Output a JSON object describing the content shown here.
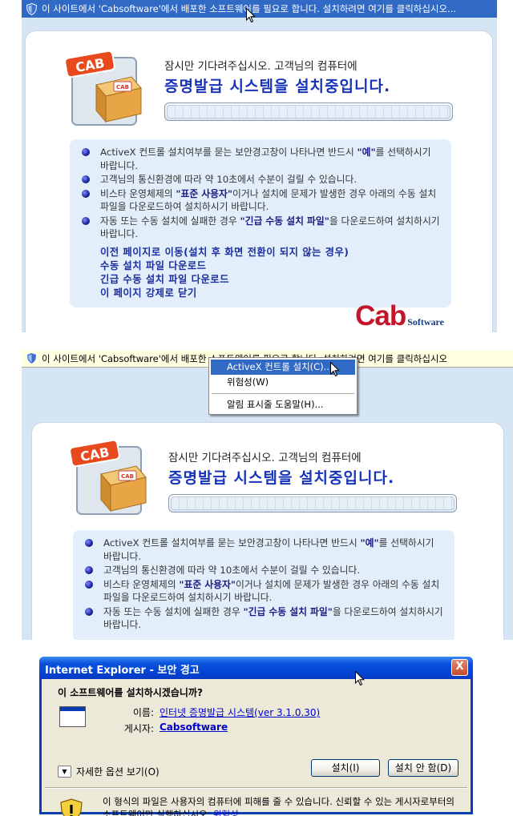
{
  "infobar_text_1": "이 사이트에서 'Cabsoftware'에서 배포한 소프트웨어를 필요로 합니다. 설치하려면 여기를 클릭하십시오...",
  "infobar_text_2": "이 사이트에서 'Cabsoftware'에서 배포한 소프트웨어를 필요로 합니다. 설치하려면 여기를 클릭하십시오",
  "installer": {
    "logo_text": "CAB",
    "logo_box_text": "CAB",
    "wait_text": "잠시만 기다려주십시오. 고객님의 컴퓨터에",
    "title": "증명발급 시스템을 설치중입니다.",
    "notices": [
      {
        "pre": "ActiveX 컨트롤 설치여부를 묻는 보안경고창이 나타나면 반드시 ",
        "bold": "\"예\"",
        "post": "를 선택하시기 바랍니다."
      },
      {
        "pre": "고객님의 통신환경에 따라 약 10초에서 수분이 걸릴 수 있습니다.",
        "bold": "",
        "post": ""
      },
      {
        "pre": "비스타 운영체제의 ",
        "bold": "\"표준 사용자\"",
        "post": "이거나 설치에 문제가 발생한 경우 아래의 수동 설치파일을 다운로드하여 설치하시기 바랍니다."
      },
      {
        "pre": "자동 또는 수동 설치에 실패한 경우 ",
        "bold": "\"긴급 수동 설치 파일\"",
        "post": "을 다운로드하여 설치하시기 바랍니다."
      }
    ],
    "links": [
      "이전 페이지로 이동(설치 후 화면 전환이 되지 않는 경우)",
      "수동 설치 파일 다운로드",
      "긴급 수동 설치 파일 다운로드",
      "이 페이지 강제로 닫기"
    ],
    "brand_big": "Cab",
    "brand_small": "Software"
  },
  "context_menu": {
    "items": [
      "ActiveX 컨트롤 설치(C)...",
      "위험성(W)",
      "알림 표시줄 도움말(H)..."
    ]
  },
  "dialog": {
    "title": "Internet Explorer - 보안 경고",
    "close": "X",
    "question": "이 소프트웨어를 설치하시겠습니까?",
    "name_label": "이름:",
    "name_value": "인터넷 증명발급 시스템(ver 3.1.0.30)",
    "publisher_label": "게시자:",
    "publisher_value": "Cabsoftware",
    "more_options": "자세한 옵션 보기(O)",
    "install": "설치(I)",
    "dont_install": "설치 안 함(D)",
    "warning": "이 형식의 파일은 사용자의 컴퓨터에 피해를 줄 수 있습니다. 신뢰할 수 있는 게시자로부터의 소프트웨어만 실행하십시오.",
    "risk_link": "위험성"
  }
}
